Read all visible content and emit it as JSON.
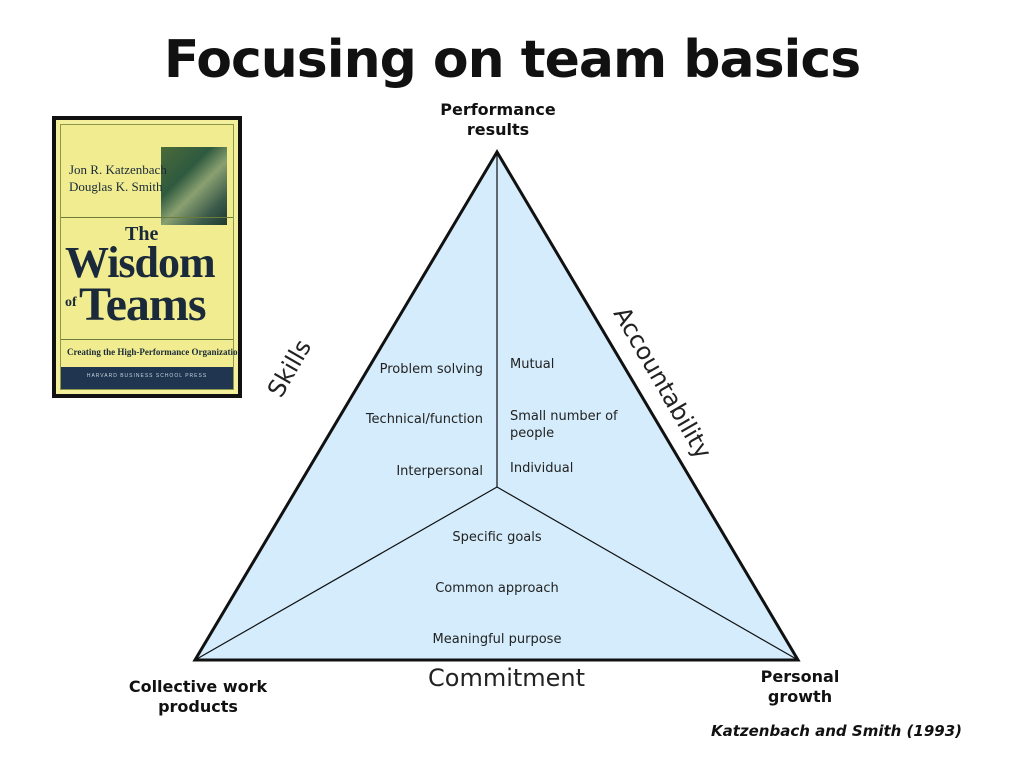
{
  "title": "Focusing on team basics",
  "book": {
    "author1": "Jon R. Katzenbach",
    "author2": "Douglas K. Smith",
    "title_the": "The",
    "title_wisdom": "Wisdom",
    "title_of": "of",
    "title_teams": "Teams",
    "subtitle": "Creating the High-Performance Organization",
    "publisher": "HARVARD BUSINESS SCHOOL PRESS",
    "colors": {
      "cover": "#f0ec8f",
      "footer": "#1f3550"
    }
  },
  "diagram": {
    "fill_color": "#d4ecfb",
    "stroke_color": "#111111",
    "vertices": {
      "top": "Performance results",
      "left": "Collective work products",
      "right": "Personal growth"
    },
    "sides": {
      "left": "Skills",
      "right": "Accountability",
      "bottom": "Commitment"
    },
    "skills_items": [
      "Problem solving",
      "Technical/function",
      "Interpersonal"
    ],
    "accountability_items": [
      "Mutual",
      "Small number of people",
      "Individual"
    ],
    "commitment_items": [
      "Specific goals",
      "Common approach",
      "Meaningful purpose"
    ]
  },
  "citation": "Katzenbach and Smith (1993)"
}
